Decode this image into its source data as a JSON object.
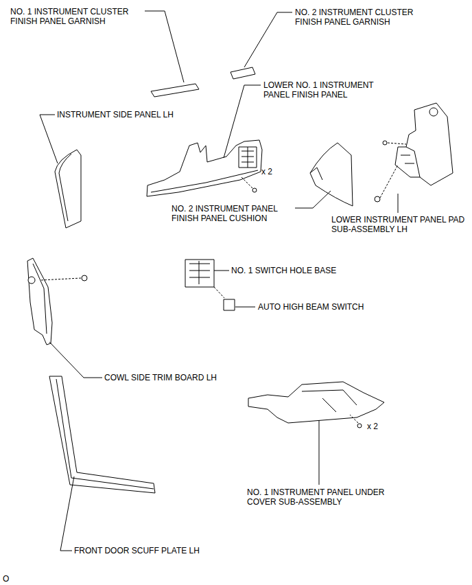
{
  "diagram": {
    "labels": [
      "NO. 1 INSTRUMENT CLUSTER FINISH PANEL GARNISH",
      "NO. 2 INSTRUMENT CLUSTER FINISH PANEL GARNISH",
      "LOWER NO. 1 INSTRUMENT PANEL FINISH PANEL",
      "INSTRUMENT SIDE PANEL LH",
      "x 2",
      "NO. 2 INSTRUMENT PANEL FINISH PANEL CUSHION",
      "LOWER INSTRUMENT PANEL PAD SUB-ASSEMBLY LH",
      "NO. 1 SWITCH HOLE BASE",
      "AUTO HIGH BEAM SWITCH",
      "COWL SIDE TRIM BOARD LH",
      "x 2",
      "NO. 1 INSTRUMENT PANEL UNDER COVER SUB-ASSEMBLY",
      "FRONT DOOR SCUFF PLATE LH",
      "O"
    ]
  }
}
